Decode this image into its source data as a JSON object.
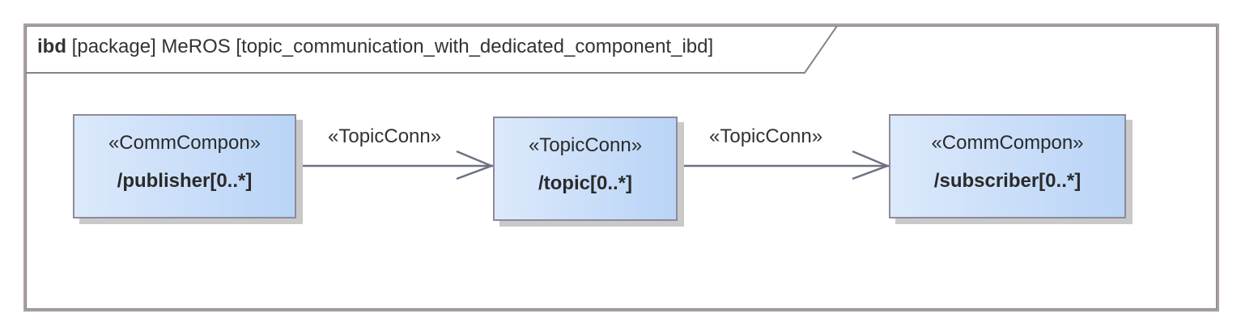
{
  "frame": {
    "kind": "ibd",
    "label": "[package] MeROS [topic_communication_with_dedicated_component_ibd]"
  },
  "blocks": [
    {
      "stereotype": "«CommCompon»",
      "name": "/publisher[0..*]"
    },
    {
      "stereotype": "«TopicConn»",
      "name": "/topic[0..*]"
    },
    {
      "stereotype": "«CommCompon»",
      "name": "/subscriber[0..*]"
    }
  ],
  "connectors": [
    {
      "stereotype": "«TopicConn»",
      "from": "/publisher[0..*]",
      "to": "/topic[0..*]",
      "arrow": "open"
    },
    {
      "stereotype": "«TopicConn»",
      "from": "/topic[0..*]",
      "to": "/subscriber[0..*]",
      "arrow": "open"
    }
  ],
  "colors": {
    "frame_border": "#a8a0a0",
    "block_fill_left": "#dce9fb",
    "block_fill_right": "#b9d4f6",
    "block_border": "#8c8a9a",
    "connector": "#6b7183"
  }
}
